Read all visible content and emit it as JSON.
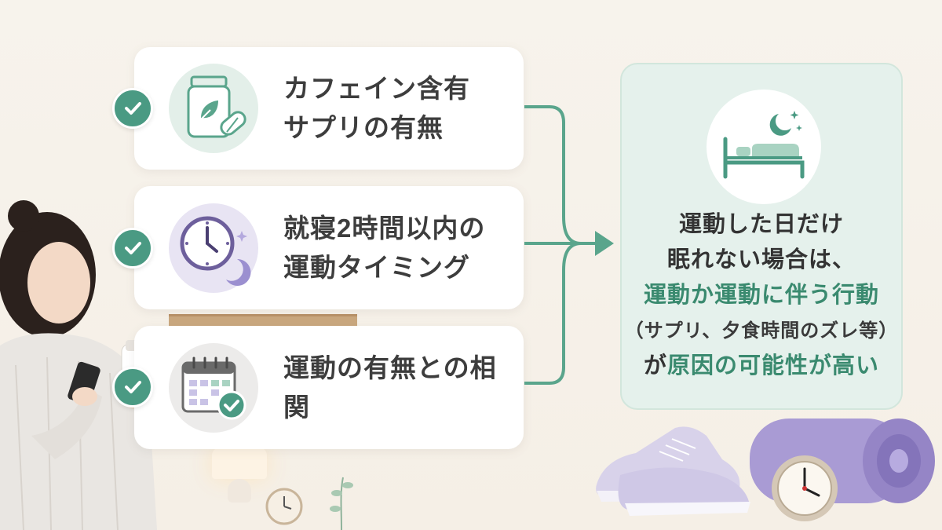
{
  "cards": [
    {
      "icon": "supplement-jar-icon",
      "lines": [
        "カフェイン含有",
        "サプリの有無"
      ]
    },
    {
      "icon": "clock-moon-icon",
      "lines": [
        "就寝2時間以内の",
        "運動タイミング"
      ]
    },
    {
      "icon": "calendar-check-icon",
      "lines": [
        "運動の有無との相関"
      ]
    }
  ],
  "result": {
    "icon": "bed-moon-icon",
    "line1": "運動した日だけ",
    "line2": "眠れない場合は、",
    "line3": "運動か運動に伴う行動",
    "line4": "（サプリ、夕食時間のズレ等）",
    "line5_accent_a": "が",
    "line5_accent_b": "原因の可能性が高い"
  },
  "colors": {
    "accent": "#4a9a83",
    "accent_text": "#3a8a6f",
    "result_bg": "#e5f1ec",
    "purple": "#7a6ca8",
    "background": "#f7f3ec"
  }
}
